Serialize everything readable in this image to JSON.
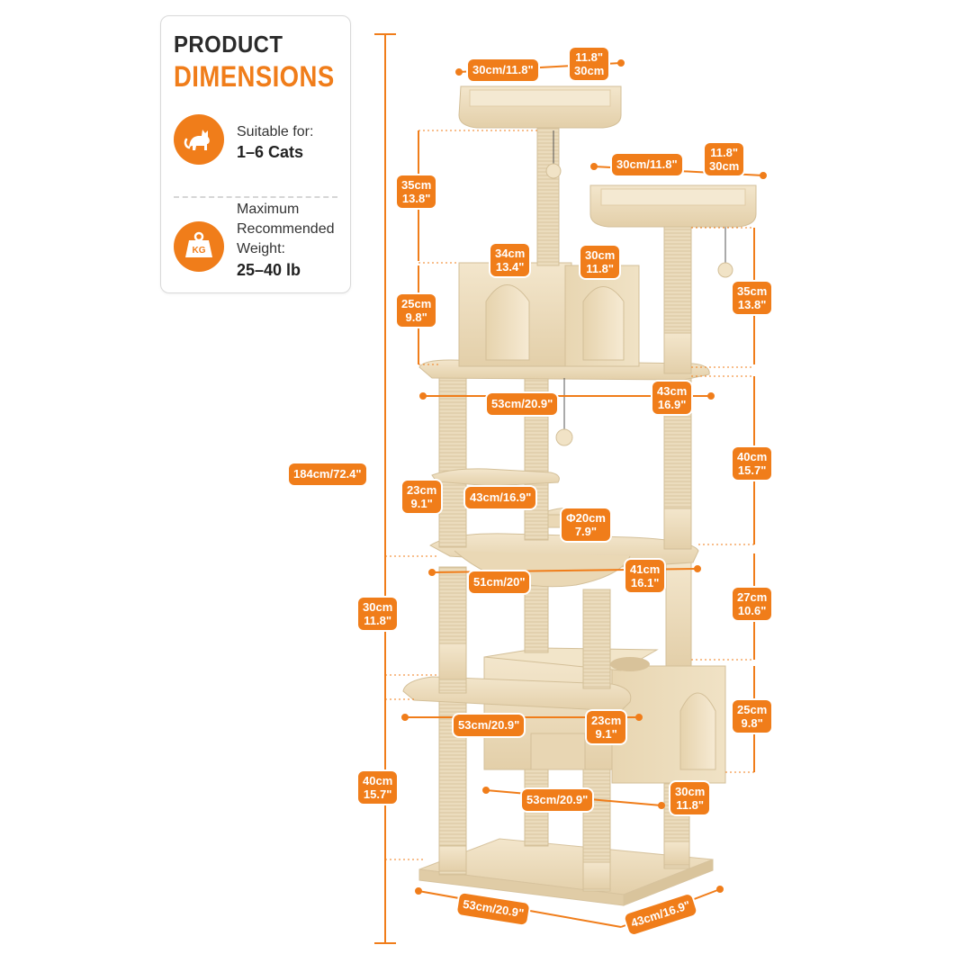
{
  "card": {
    "title_line1": "PRODUCT",
    "title_line2": "DIMENSIONS",
    "suitable_label": "Suitable for:",
    "suitable_value": "1–6 Cats",
    "weight_label_1": "Maximum",
    "weight_label_2": "Recommended",
    "weight_label_3": "Weight:",
    "weight_value": "25–40 lb",
    "kg_badge": "KG",
    "icons": [
      "cat-icon",
      "weight-icon"
    ]
  },
  "colors": {
    "accent": "#f07d1a",
    "plush": "#eddcbd",
    "sisal": "#e5d5b5"
  },
  "dimensions": {
    "top_perch_w": "30cm/11.8\"",
    "top_perch_d1": "11.8\"",
    "top_perch_d2": "30cm",
    "right_perch_w": "30cm/11.8\"",
    "right_perch_d1": "11.8\"",
    "right_perch_d2": "30cm",
    "top_post_h1": "35cm",
    "top_post_h2": "13.8\"",
    "condo_w1": "34cm",
    "condo_w2": "13.4\"",
    "condo_d1": "30cm",
    "condo_d2": "11.8\"",
    "condo_h1": "25cm",
    "condo_h2": "9.8\"",
    "right_post_h1": "35cm",
    "right_post_h2": "13.8\"",
    "main_platform_w": "53cm/20.9\"",
    "main_platform_d1": "43cm",
    "main_platform_d2": "16.9\"",
    "mid_post_h1": "40cm",
    "mid_post_h2": "15.7\"",
    "total_h": "184cm/72.4\"",
    "step_w1": "23cm",
    "step_w2": "9.1\"",
    "step_l": "43cm/16.9\"",
    "bowl_d1": "Φ20cm",
    "bowl_d2": "7.9\"",
    "basket_w": "51cm/20\"",
    "basket_d1": "41cm",
    "basket_d2": "16.1\"",
    "right_mid_h1": "27cm",
    "right_mid_h2": "10.6\"",
    "left_mid_h1": "30cm",
    "left_mid_h2": "11.8\"",
    "lower_platform_w": "53cm/20.9\"",
    "lower_platform_d1": "23cm",
    "lower_platform_d2": "9.1\"",
    "lower_condo_h1": "25cm",
    "lower_condo_h2": "9.8\"",
    "bottom_post_h1": "40cm",
    "bottom_post_h2": "15.7\"",
    "lower_condo_w": "53cm/20.9\"",
    "lower_condo_d1": "30cm",
    "lower_condo_d2": "11.8\"",
    "base_w": "53cm/20.9\"",
    "base_d": "43cm/16.9\""
  }
}
